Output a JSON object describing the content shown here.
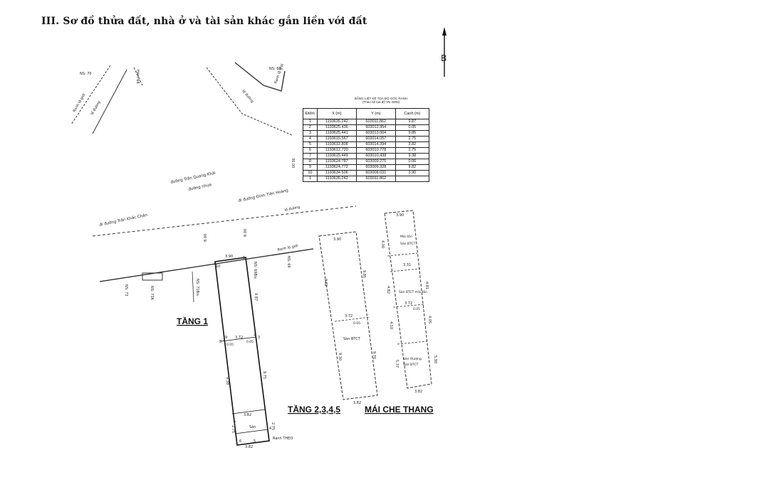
{
  "title": "III. Sơ đồ thửa đất, nhà ở và tài sản khác gắn liền với đất",
  "north": "B",
  "coord_table": {
    "title": "BẢNG LIỆT KÊ TỌA ĐỘ GÓC RANH",
    "subtitle": "(Theo hệ tọa độ VN 2000)",
    "headers": [
      "Điểm",
      "X (m)",
      "Y (m)",
      "Cạnh (m)"
    ],
    "rows": [
      [
        "1",
        "1193635.242",
        "603011.862",
        "9.87"
      ],
      [
        "2",
        "1193625.436",
        "603012.954",
        "0.05"
      ],
      [
        "3",
        "1193625.441",
        "603013.004",
        "9.85"
      ],
      [
        "4",
        "1193615.567",
        "603014.057",
        "2.75"
      ],
      [
        "5",
        "1193612.808",
        "603014.394",
        "3.82"
      ],
      [
        "6",
        "1193612.720",
        "603010.778",
        "2.75"
      ],
      [
        "7",
        "1193615.449",
        "603010.438",
        "9.38"
      ],
      [
        "8",
        "1193624.787",
        "603009.275",
        "0.06"
      ],
      [
        "9",
        "1193624.772",
        "603009.328",
        "9.82"
      ],
      [
        "10",
        "1193634.506",
        "603008.031",
        "3.90"
      ],
      [
        "1",
        "1193635.242",
        "603011.862",
        ""
      ]
    ]
  },
  "streets": {
    "tran_quang_khai": "đường Trần Quang Khải",
    "duong_nhua": "đường nhựa",
    "dinh_tien_hoang": "đi đường Đinh Tiên Hoàng",
    "tran_khac_chan": "đi đường Trần Khắc Chân",
    "di_duong_1": "lề đường",
    "di_duong_2": "lề đường",
    "di_duong_3": "lề đường",
    "di_duong_4": "lề đường",
    "ranh_lo_gioi_1": "Ranh lộ giới",
    "ranh_lo_gioi_2": "Ranh lộ giới",
    "ranh_lo_gioi_3": "Ranh lộ giới",
    "hem": "Hẻm 68",
    "width_30": "30.00",
    "ranh_theo": "Ranh THEO"
  },
  "neighbors": {
    "ns70": "NS: 70",
    "ns68": "NS: 68",
    "ns73": "NS: 73",
    "ns73a": "NS: 73A",
    "ns71bis": "NS: 71Bis",
    "ns69bis": "NS: 69Bis",
    "ns69": "NS: 69"
  },
  "floor1": {
    "label": "TẦNG 1",
    "dim_top": "3.90",
    "dim_side_upper": "9.87",
    "dim_side_lower": "9.38",
    "dim_side_lower_right": "9.75",
    "dim_mid": "3.72",
    "dim_small_1": "0.05",
    "dim_small_2": "0.05",
    "dim_bottom_inner": "3.82",
    "dim_bottom": "3.82",
    "dim_left_bottom": "2.75",
    "dim_right_bottom": "2.75",
    "setback_1": "8.00",
    "setback_2": "8.00",
    "room": "Sân",
    "p1": "1",
    "p2": "2",
    "p3": "3",
    "p4": "4",
    "p5": "5",
    "p6": "6",
    "p7": "7",
    "p8": "8",
    "p9": "9",
    "p10": "10"
  },
  "floor2": {
    "label": "TẦNG 2,3,4,5",
    "dim_top": "3.90",
    "dim_side": "9.82",
    "dim_side_r": "9.85",
    "dim_mid": "3.72",
    "dim_small": "0.05",
    "dim_lower_left": "9.30",
    "dim_lower_right": "9.76",
    "dim_bottom": "3.82",
    "room": "Sàn BTCT"
  },
  "roof": {
    "label": "MÁI CHE THANG",
    "dim_top": "3.90",
    "dim_a": "4.00",
    "dim_b": "3.31",
    "dim_c": "4.82",
    "dim_d": "4.81",
    "dim_e": "3.72",
    "dim_f": "0.05",
    "dim_g": "4.10",
    "dim_h": "4.05",
    "dim_i": "5.37",
    "dim_j": "5.90",
    "dim_bottom": "3.82",
    "room1": "Mái tôn",
    "room2": "Sàn BTCT",
    "room3": "Sàn BTCT mái tôn",
    "room4": "Sân thượng",
    "room5": "Sàn BTCT"
  }
}
